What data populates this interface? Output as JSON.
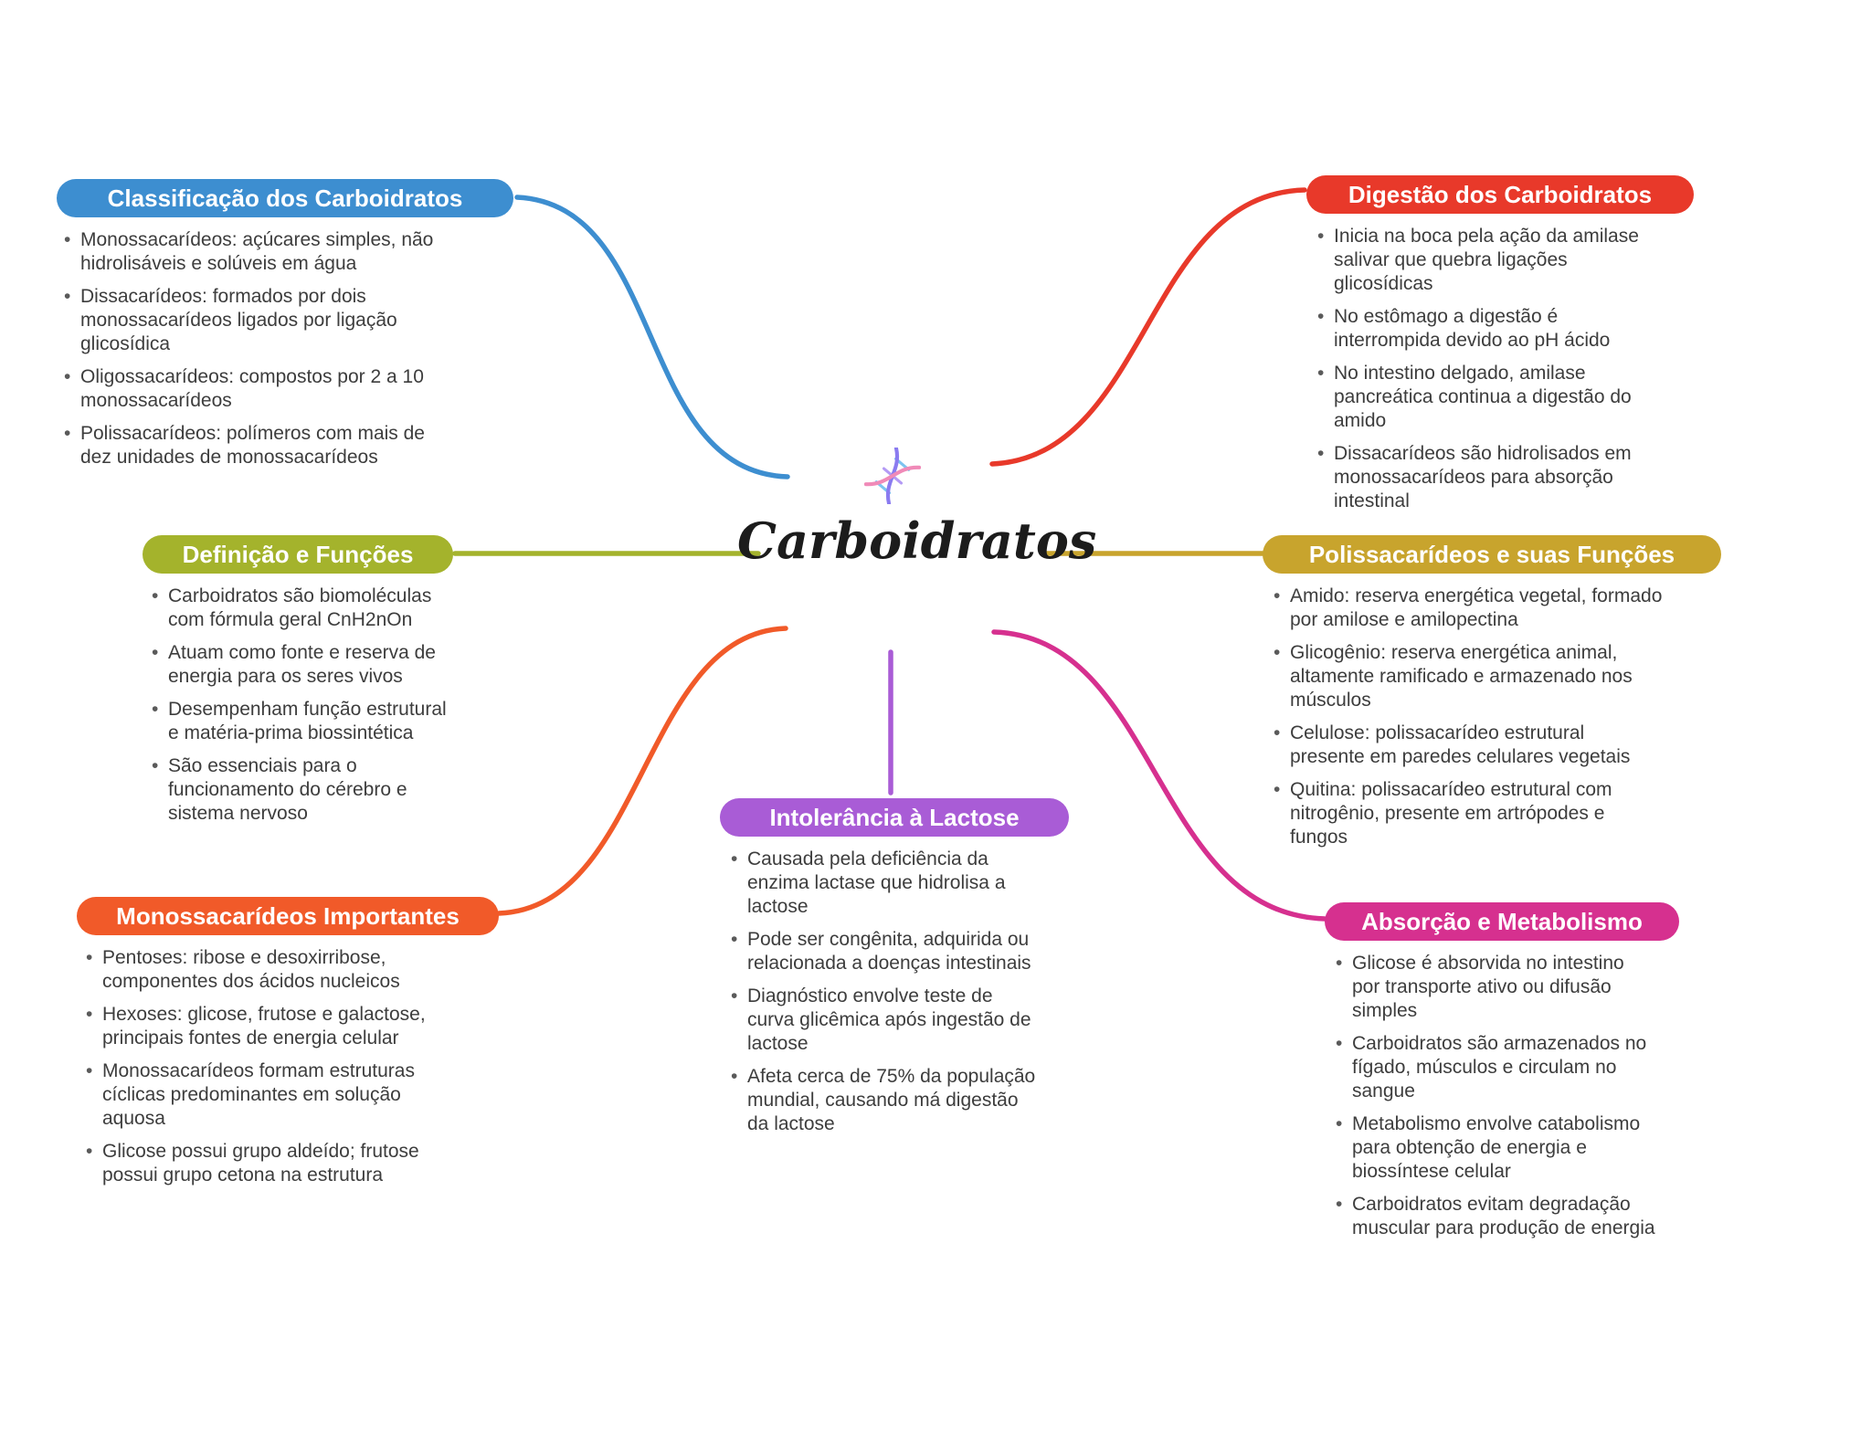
{
  "center": {
    "title": "Carboidratos",
    "icon": "dna-icon"
  },
  "nodes": [
    {
      "id": "classificacao",
      "title": "Classificação dos Carboidratos",
      "color": "#3d8ed0",
      "bullets": [
        "Monossacarídeos: açúcares simples, não hidrolisáveis e solúveis em água",
        "Dissacarídeos: formados por dois monossacarídeos ligados por ligação glicosídica",
        "Oligossacarídeos: compostos por 2 a 10 monossacarídeos",
        "Polissacarídeos: polímeros com mais de dez unidades de monossacarídeos"
      ]
    },
    {
      "id": "digestao",
      "title": "Digestão dos Carboidratos",
      "color": "#e8392a",
      "bullets": [
        "Inicia na boca pela ação da amilase salivar que quebra ligações glicosídicas",
        "No estômago a digestão é interrompida devido ao pH ácido",
        "No intestino delgado, amilase pancreática continua a digestão do amido",
        "Dissacarídeos são hidrolisados em monossacarídeos para absorção intestinal"
      ]
    },
    {
      "id": "definicao",
      "title": "Definição e Funções",
      "color": "#a4b32c",
      "bullets": [
        "Carboidratos são biomoléculas com fórmula geral CnH2nOn",
        "Atuam como fonte e reserva de energia para os seres vivos",
        "Desempenham função estrutural e matéria-prima biossintética",
        "São essenciais para o funcionamento do cérebro e sistema nervoso"
      ]
    },
    {
      "id": "polissacarideos",
      "title": "Polissacarídeos e suas Funções",
      "color": "#c8a42d",
      "bullets": [
        "Amido: reserva energética vegetal, formado por amilose e amilopectina",
        "Glicogênio: reserva energética animal, altamente ramificado e armazenado nos músculos",
        "Celulose: polissacarídeo estrutural presente em paredes celulares vegetais",
        "Quitina: polissacarídeo estrutural com nitrogênio, presente em artrópodes e fungos"
      ]
    },
    {
      "id": "monossacarideos",
      "title": "Monossacarídeos Importantes",
      "color": "#f15a29",
      "bullets": [
        "Pentoses: ribose e desoxirribose, componentes dos ácidos nucleicos",
        "Hexoses: glicose, frutose e galactose, principais fontes de energia celular",
        "Monossacarídeos formam estruturas cíclicas predominantes em solução aquosa",
        "Glicose possui grupo aldeído; frutose possui grupo cetona na estrutura"
      ]
    },
    {
      "id": "intolerancia",
      "title": "Intolerância à Lactose",
      "color": "#a95cd6",
      "bullets": [
        "Causada pela deficiência da enzima lactase que hidrolisa a lactose",
        "Pode ser congênita, adquirida ou relacionada a doenças intestinais",
        "Diagnóstico envolve teste de curva glicêmica após ingestão de lactose",
        "Afeta cerca de 75% da população mundial, causando má digestão da lactose"
      ]
    },
    {
      "id": "absorcao",
      "title": "Absorção e Metabolismo",
      "color": "#d6308f",
      "bullets": [
        "Glicose é absorvida no intestino por transporte ativo ou difusão simples",
        "Carboidratos são armazenados no fígado, músculos e circulam no sangue",
        "Metabolismo envolve catabolismo para obtenção de energia e biossíntese celular",
        "Carboidratos evitam degradação muscular para produção de energia"
      ]
    }
  ]
}
